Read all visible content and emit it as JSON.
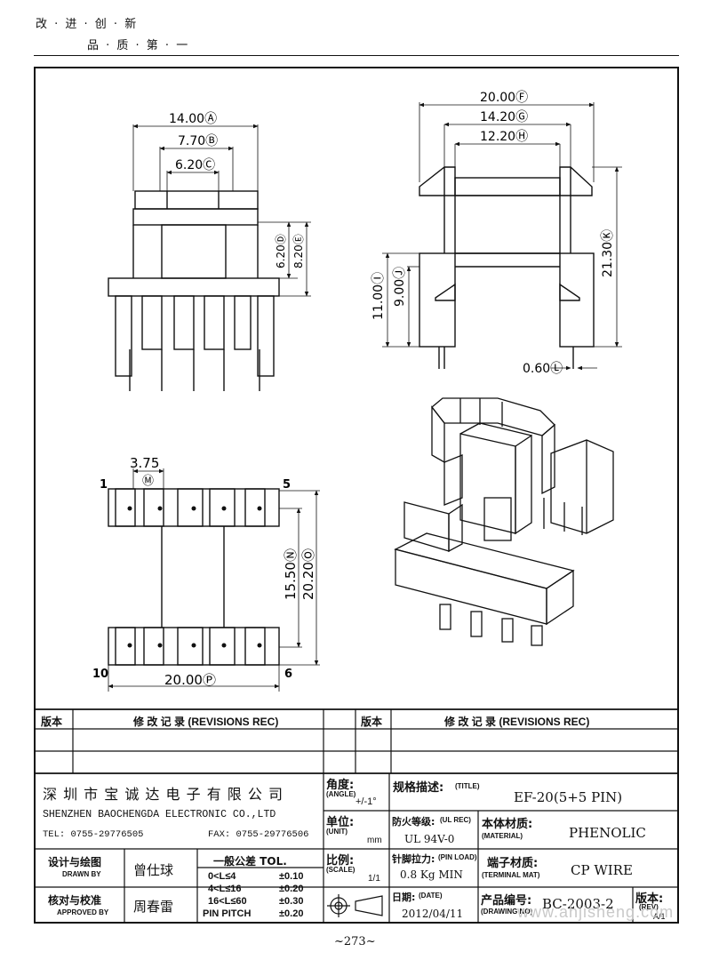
{
  "header": {
    "slogan_line1": "改 · 进 · 创 · 新",
    "slogan_line2": "品 · 质 · 第 · 一"
  },
  "drawing": {
    "front": {
      "dim_a": "14.00Ⓐ",
      "dim_b": "7.70Ⓑ",
      "dim_c": "6.20Ⓒ",
      "dim_d": "6.20Ⓓ",
      "dim_e": "8.20Ⓔ"
    },
    "side": {
      "dim_f": "20.00Ⓕ",
      "dim_g": "14.20Ⓖ",
      "dim_h": "12.20Ⓗ",
      "dim_k": "21.30Ⓚ",
      "dim_i": "11.00Ⓘ",
      "dim_j": "9.00Ⓙ",
      "dim_l": "0.60Ⓛ"
    },
    "bottom": {
      "dim_m": "3.75",
      "dim_m_label": "Ⓜ",
      "dim_n": "15.50Ⓝ",
      "dim_o": "20.20Ⓞ",
      "dim_p": "20.00Ⓟ",
      "pin_1": "1",
      "pin_5": "5",
      "pin_6": "6",
      "pin_10": "10"
    }
  },
  "revisions": {
    "col_version": "版本",
    "col_record": "修 改 记 录 (REVISIONS REC)"
  },
  "titleblock": {
    "company_cn": "深 圳 市 宝 诚 达 电 子 有 限 公 司",
    "company_en": "SHENZHEN BAOCHENGDA ELECTRONIC CO.,LTD",
    "tel": "TEL: 0755-29776505",
    "fax": "FAX: 0755-29776506",
    "angle_label_cn": "角度:",
    "angle_label_en": "(ANGLE)",
    "angle_value": "+/-1°",
    "unit_label_cn": "单位:",
    "unit_label_en": "(UNIT)",
    "unit_value": "mm",
    "title_label_cn": "规格描述:",
    "title_label_en": "(TITLE)",
    "title_value": "EF-20(5+5 PIN)",
    "ul_label_cn": "防火等级:",
    "ul_label_en": "(UL REC)",
    "ul_value": "UL 94V-0",
    "material_label_cn": "本体材质:",
    "material_label_en": "(MATERIAL)",
    "material_value": "PHENOLIC",
    "drawn_label_cn": "设计与绘图",
    "drawn_label_en": "DRAWN BY",
    "drawn_value": "曾仕球",
    "approved_label_cn": "核对与校准",
    "approved_label_en": "APPROVED BY",
    "approved_value": "周春雷",
    "tol_title": "一般公差 TOL.",
    "tol_rows": [
      {
        "range": "0<L≤4",
        "value": "±0.10"
      },
      {
        "range": "4<L≤16",
        "value": "±0.20"
      },
      {
        "range": "16<L≤60",
        "value": "±0.30"
      },
      {
        "range": "PIN PITCH",
        "value": "±0.20"
      }
    ],
    "scale_label_cn": "比例:",
    "scale_label_en": "(SCALE)",
    "scale_value": "1/1",
    "pinload_label_cn": "针脚拉力:",
    "pinload_label_en": "(PIN LOAD)",
    "pinload_value": "0.8 Kg MIN",
    "terminal_label_cn": "端子材质:",
    "terminal_label_en": "(TERMINAL MAT)",
    "terminal_value": "CP WIRE",
    "date_label_cn": "日期:",
    "date_label_en": "(DATE)",
    "date_value": "2012/04/11",
    "drawno_label_cn": "产品编号:",
    "drawno_label_en": "(DRAWING NO)",
    "drawno_value": "BC-2003-2",
    "rev_label_cn": "版本:",
    "rev_label_en": "(REV)",
    "rev_value": "A/1"
  },
  "watermark": "www.ahjisheng.com",
  "page_number": "~273~"
}
